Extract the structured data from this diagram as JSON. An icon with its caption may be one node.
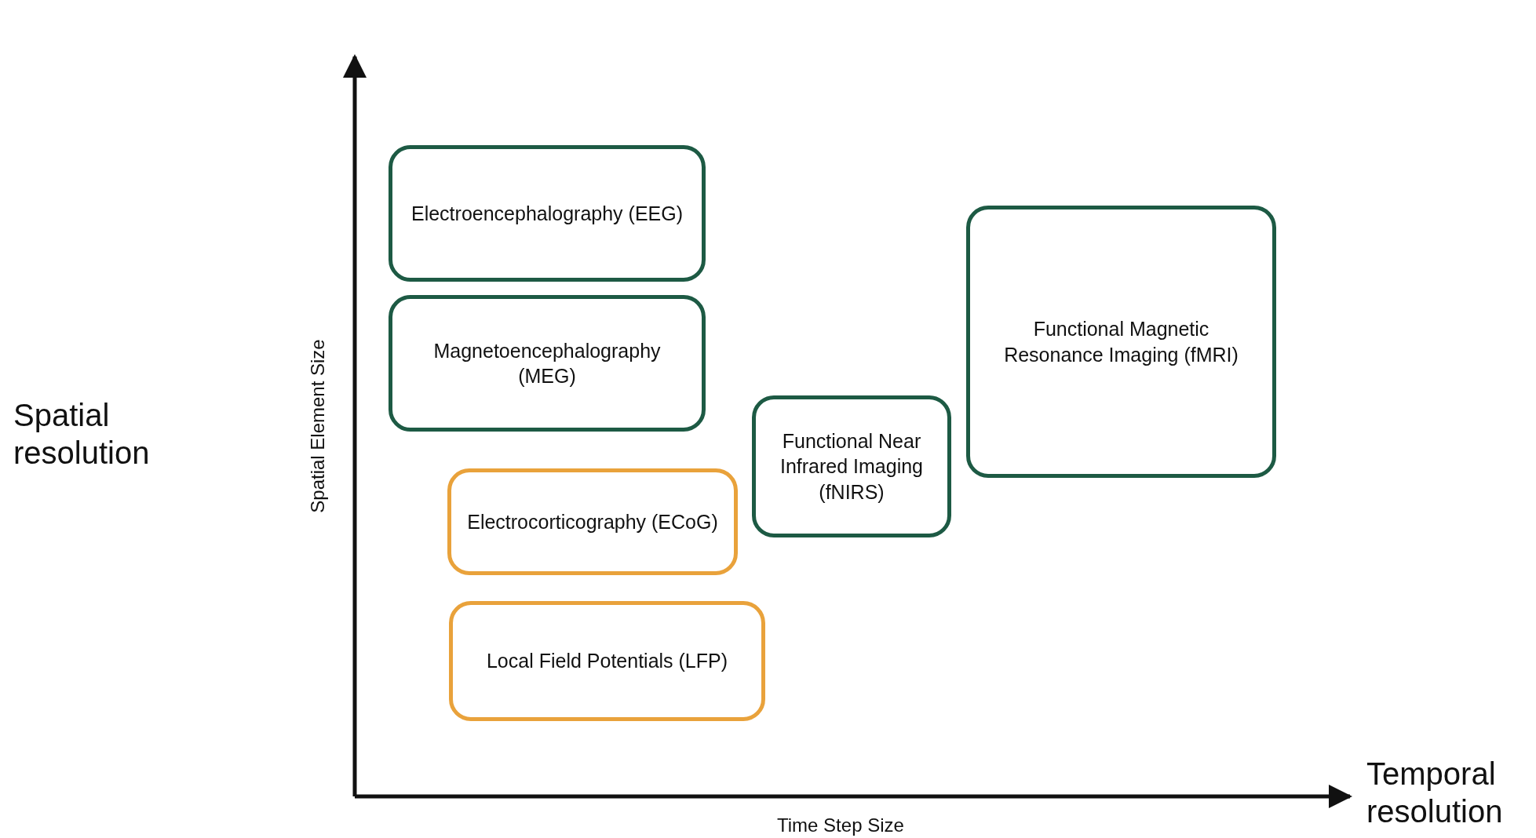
{
  "diagram": {
    "nodes": [
      {
        "text": [
          "Electroencephalography (EEG)"
        ]
      },
      {
        "text": [
          "Magnetoencephalography (MEG)"
        ]
      },
      {
        "text": [
          "Electrocorticography (ECoG)"
        ]
      },
      {
        "text": [
          "Local Field Potentials (LFP)"
        ]
      },
      {
        "text": [
          "Functional Near Infrared Imaging (fNIRS)"
        ]
      },
      {
        "text": [
          "Functional Magnetic Resonance Imaging (fMRI)"
        ]
      }
    ],
    "edges": [],
    "labels": [
      "Spatial resolution",
      "Spatial Element Size",
      "Time Step Size",
      "Temporal resolution"
    ]
  }
}
